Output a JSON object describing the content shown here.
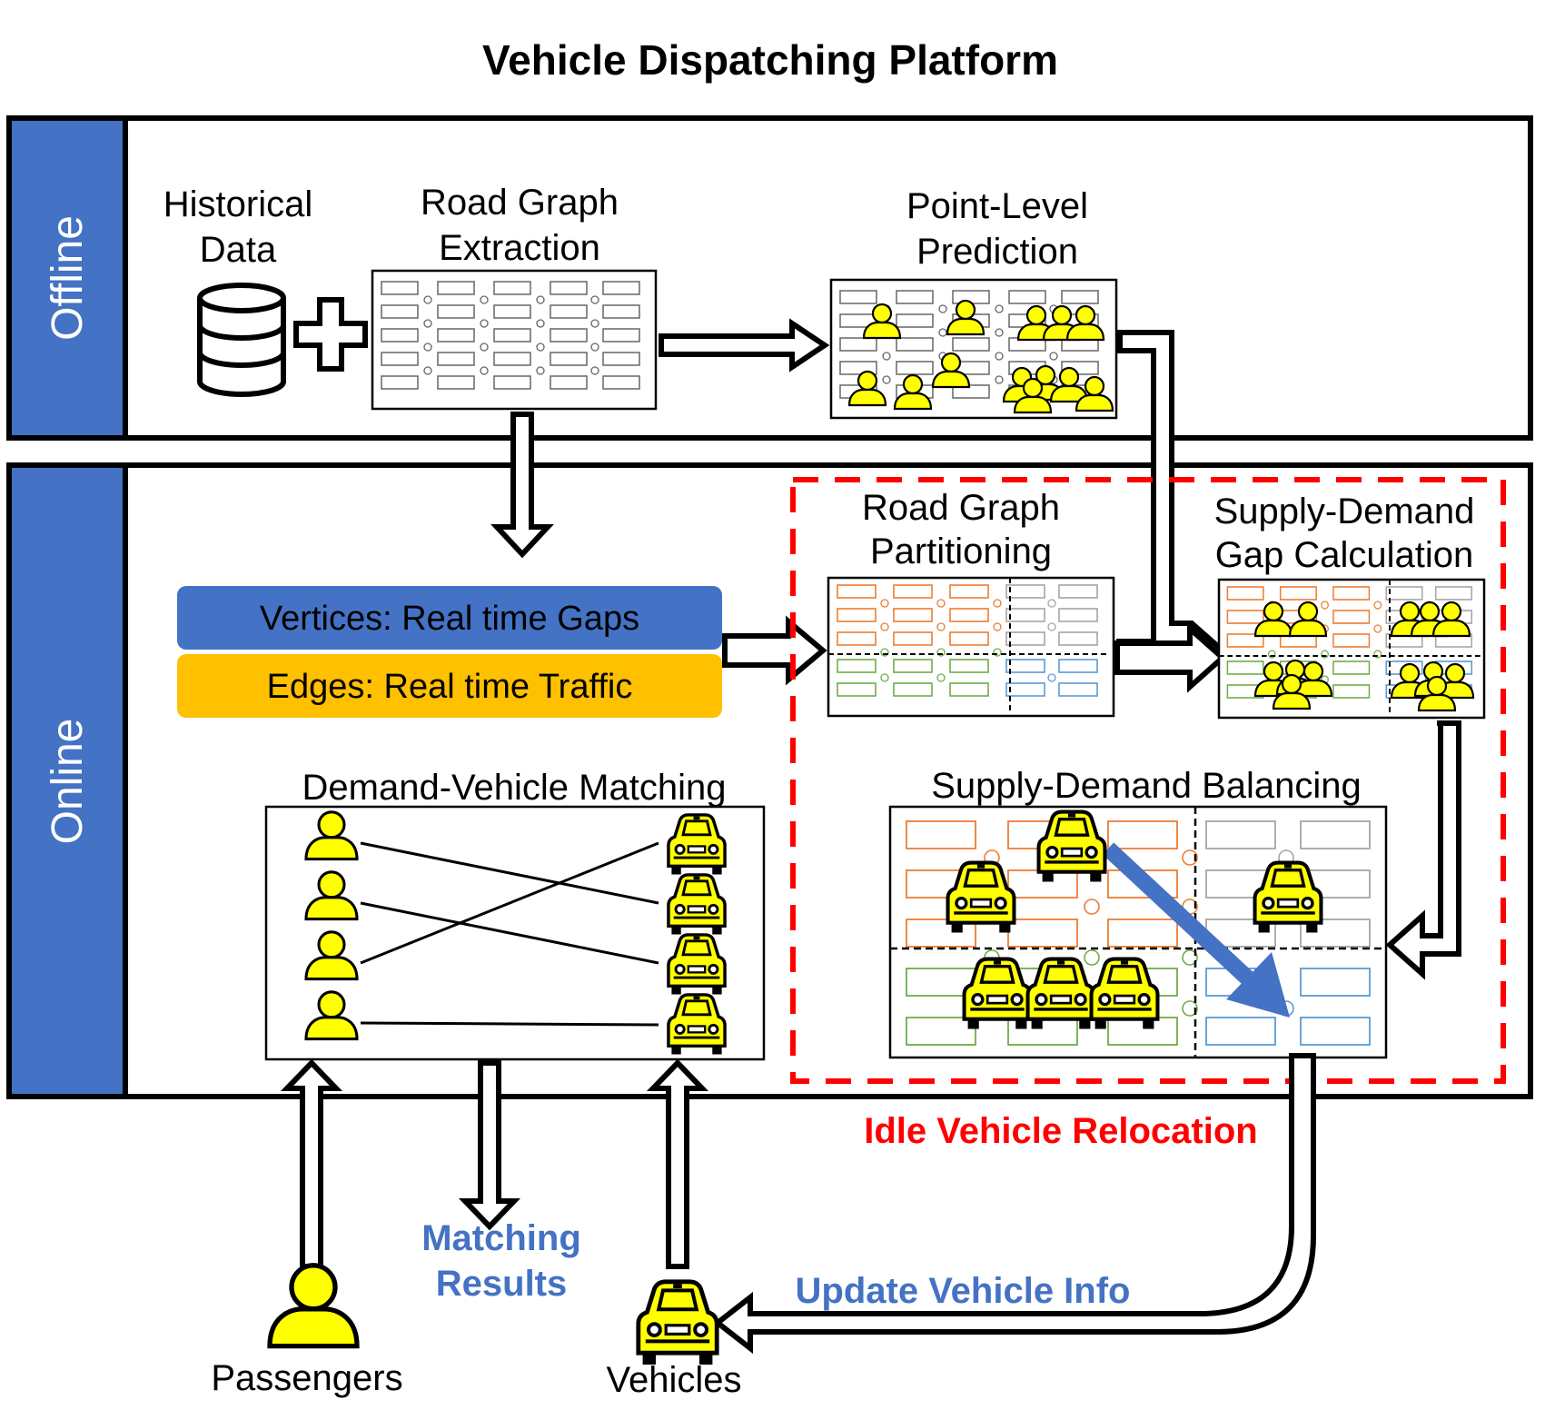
{
  "title": "Vehicle Dispatching Platform",
  "sections": {
    "offline_label": "Offline",
    "online_label": "Online"
  },
  "offline": {
    "historical_data": [
      "Historical",
      "Data"
    ],
    "road_graph_extraction": [
      "Road Graph",
      "Extraction"
    ],
    "point_level_prediction": [
      "Point-Level",
      "Prediction"
    ]
  },
  "online": {
    "vertices_bar": "Vertices: Real time Gaps",
    "edges_bar": "Edges: Real time Traffic",
    "road_graph_partitioning": [
      "Road Graph",
      "Partitioning"
    ],
    "gap_calculation": [
      "Supply-Demand",
      "Gap Calculation"
    ],
    "demand_vehicle_matching": "Demand-Vehicle Matching",
    "supply_demand_balancing": "Supply-Demand Balancing",
    "idle_vehicle_relocation": "Idle Vehicle Relocation"
  },
  "bottom": {
    "matching_results": [
      "Matching",
      "Results"
    ],
    "update_vehicle_info": "Update Vehicle Info",
    "passengers": "Passengers",
    "vehicles": "Vehicles"
  },
  "colors": {
    "section_band": "#4472C4",
    "vertices_bar": "#4472C4",
    "edges_bar": "#FFC000",
    "relocation_red": "#FF0000",
    "accent_blue_text": "#4472C4",
    "icon_yellow": "#FFFF00",
    "partition_orange": "#ED7D31",
    "partition_gray": "#A5A5A5",
    "partition_green": "#70AD47",
    "partition_blue": "#5B9BD5"
  },
  "icons": [
    "database-icon",
    "plus-icon",
    "person-icon",
    "car-icon"
  ]
}
